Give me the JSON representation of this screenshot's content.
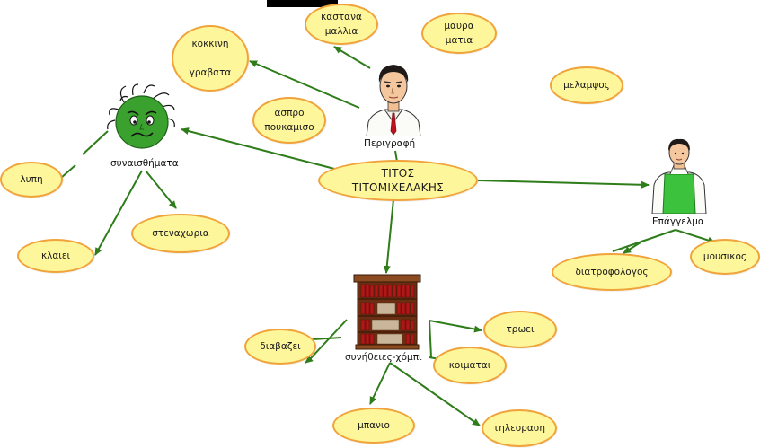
{
  "center": {
    "label": "ΤΙΤΟΣ\nΤΙΤΟΜΙΧΕΛΑΚΗΣ"
  },
  "hubs": {
    "description": "Περιγραφή",
    "emotions": "συναισθήματα",
    "profession": "Επάγγελμα",
    "habits": "συνήθειες-χόμπι"
  },
  "description_nodes": {
    "brown_hair": "καστανα\nμαλλια",
    "black_eyes": "μαυρα\nματια",
    "red_tie": "κοκκινη\n\nγραβατα",
    "white_shirt": "ασπρο\nπουκαμισο",
    "dark_skin": "μελαμψος"
  },
  "emotion_nodes": {
    "sadness": "λυπη",
    "cries": "κλαιει",
    "distress": "στεναχωρια"
  },
  "profession_nodes": {
    "nutritionist": "διατροφολογος",
    "musician": "μουσικος"
  },
  "habit_nodes": {
    "reads": "διαβαζει",
    "eats": "τρωει",
    "sleeps": "κοιμαται",
    "bath": "μπανιο",
    "tv": "τηλεοραση"
  },
  "icons": [
    "businessman-icon",
    "worried-face-icon",
    "chef-icon",
    "bookcase-icon"
  ],
  "colors": {
    "node_fill": "#fdf69a",
    "node_border": "#f0a33a",
    "link": "#2e7d1a",
    "center_fill": "#fdf69a",
    "face_green": "#3aa12e",
    "bookcase_wood": "#7a3a1a",
    "books_red": "#b01818",
    "apron_green": "#3cc23c"
  }
}
